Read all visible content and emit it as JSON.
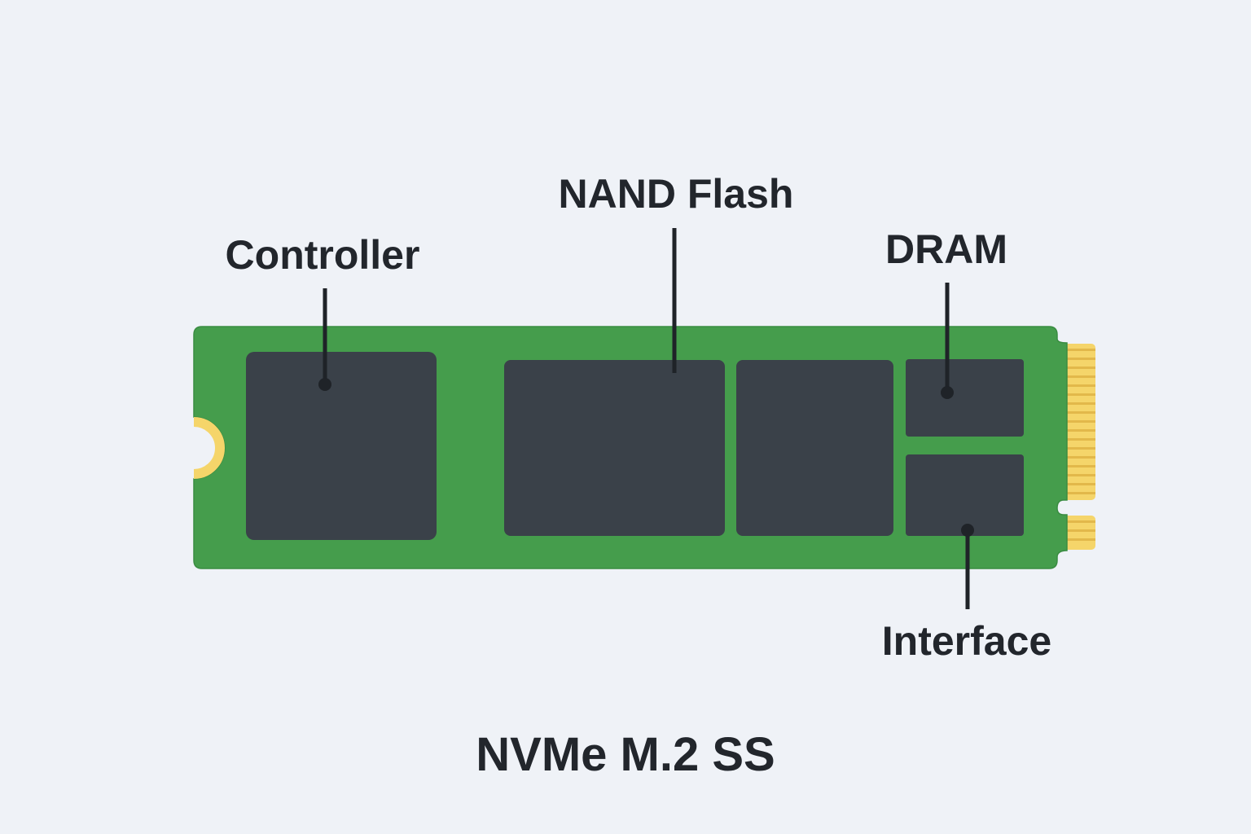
{
  "title": "NVMe M.2 SS",
  "colors": {
    "background": "#eff2f7",
    "pcb": "#459d4c",
    "chip": "#3a4149",
    "gold": "#f5d56a",
    "gold_stripe": "#e2b84a",
    "leader": "#1f2328",
    "text": "#22262c"
  },
  "labels": {
    "controller": "Controller",
    "nand_flash": "NAND Flash",
    "dram": "DRAM",
    "interface": "Interface"
  }
}
